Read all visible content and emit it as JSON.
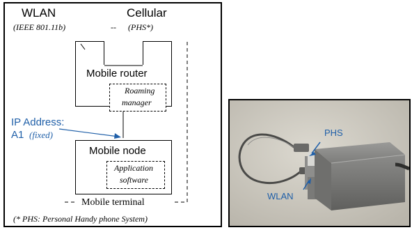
{
  "diagram": {
    "wlan": {
      "label": "WLAN",
      "standard": "(IEEE 801.11b)"
    },
    "cellular": {
      "label": "Cellular",
      "standard": "(PHS*)"
    },
    "connector": "--",
    "router": {
      "label": "Mobile router",
      "module": [
        "Roaming",
        "manager"
      ]
    },
    "ip": {
      "label": "IP Address:",
      "value": "A1",
      "note": "(fixed)"
    },
    "node": {
      "label": "Mobile node",
      "module": [
        "Application",
        "software"
      ]
    },
    "terminal": {
      "label": "Mobile terminal"
    },
    "footnote": "(* PHS: Personal Handy phone System)"
  },
  "photo": {
    "labels": {
      "phs": "PHS",
      "wlan": "WLAN"
    }
  },
  "colors": {
    "accent": "#1f5fa8",
    "frame": "#000000"
  }
}
